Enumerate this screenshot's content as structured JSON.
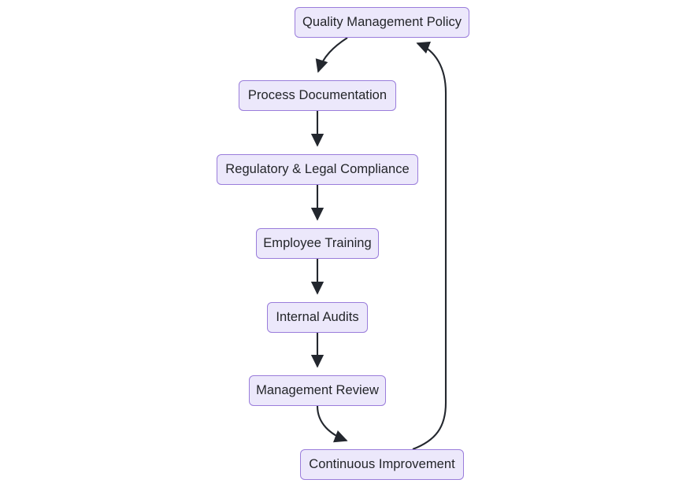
{
  "diagram": {
    "type": "flowchart",
    "direction": "top-to-bottom",
    "background_color": "#ffffff",
    "node_fill_color": "#ece8fb",
    "node_border_color": "#9a7ddb",
    "node_text_color": "#232529",
    "edge_color": "#23272e",
    "nodes": [
      {
        "id": "policy",
        "label": "Quality Management Policy"
      },
      {
        "id": "process",
        "label": "Process Documentation"
      },
      {
        "id": "regulatory",
        "label": "Regulatory & Legal Compliance"
      },
      {
        "id": "training",
        "label": "Employee Training"
      },
      {
        "id": "audits",
        "label": "Internal Audits"
      },
      {
        "id": "review",
        "label": "Management Review"
      },
      {
        "id": "improvement",
        "label": "Continuous Improvement"
      }
    ],
    "edges": [
      {
        "from": "policy",
        "to": "process",
        "style": "curved",
        "label": ""
      },
      {
        "from": "process",
        "to": "regulatory",
        "style": "straight",
        "label": ""
      },
      {
        "from": "regulatory",
        "to": "training",
        "style": "straight",
        "label": ""
      },
      {
        "from": "training",
        "to": "audits",
        "style": "straight",
        "label": ""
      },
      {
        "from": "audits",
        "to": "review",
        "style": "straight",
        "label": ""
      },
      {
        "from": "review",
        "to": "improvement",
        "style": "curved",
        "label": ""
      },
      {
        "from": "improvement",
        "to": "policy",
        "style": "curved-feedback",
        "label": ""
      }
    ]
  }
}
